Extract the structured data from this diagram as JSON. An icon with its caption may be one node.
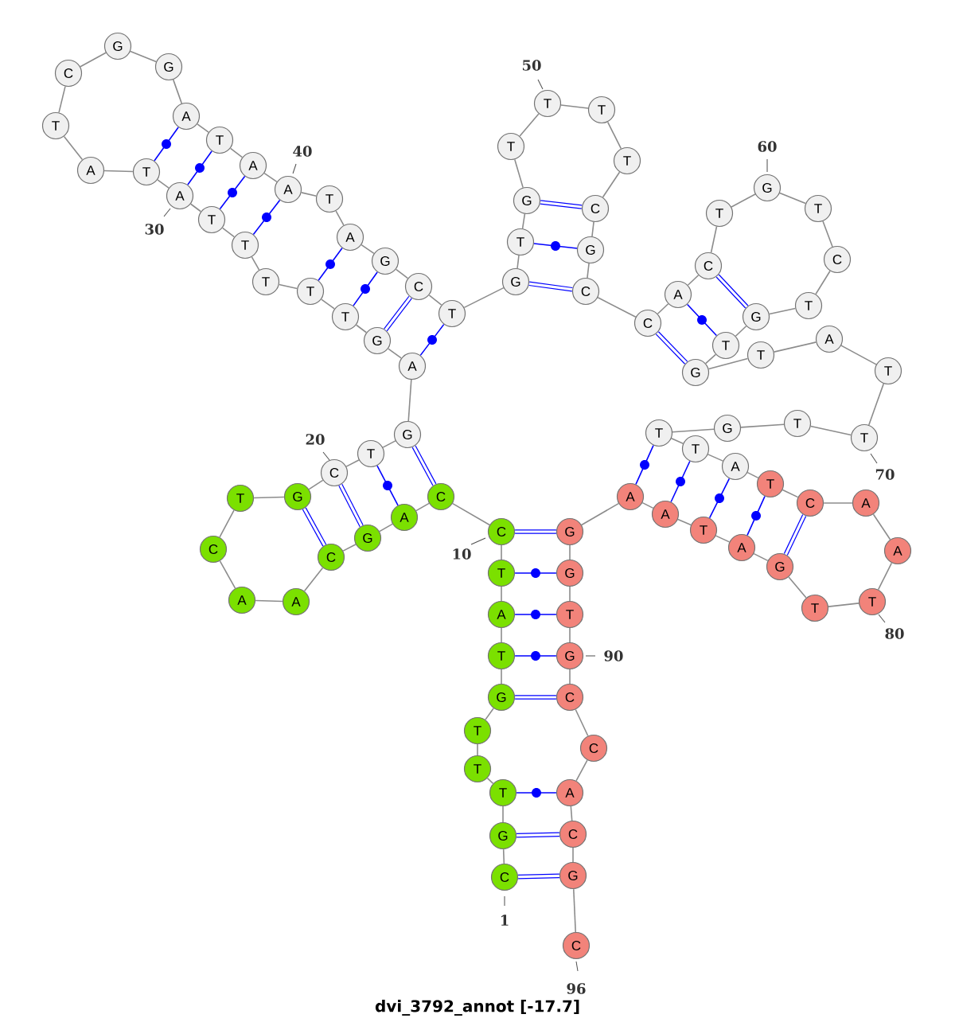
{
  "diagram": {
    "caption": "dvi_3792_annot [-17.7]",
    "nodes": [
      {
        "text": [
          "C"
        ],
        "beside": [
          "1"
        ]
      },
      {
        "text": [
          "G"
        ]
      },
      {
        "text": [
          "T"
        ]
      },
      {
        "text": [
          "T"
        ]
      },
      {
        "text": [
          "T"
        ]
      },
      {
        "text": [
          "G"
        ]
      },
      {
        "text": [
          "T"
        ]
      },
      {
        "text": [
          "A"
        ]
      },
      {
        "text": [
          "T"
        ]
      },
      {
        "text": [
          "C"
        ],
        "beside": [
          "10"
        ]
      },
      {
        "text": [
          "C"
        ]
      },
      {
        "text": [
          "A"
        ]
      },
      {
        "text": [
          "G"
        ]
      },
      {
        "text": [
          "C"
        ]
      },
      {
        "text": [
          "A"
        ]
      },
      {
        "text": [
          "A"
        ]
      },
      {
        "text": [
          "C"
        ]
      },
      {
        "text": [
          "T"
        ]
      },
      {
        "text": [
          "G"
        ]
      },
      {
        "text": [
          "C"
        ],
        "beside": [
          "20"
        ]
      },
      {
        "text": [
          "T"
        ]
      },
      {
        "text": [
          "G"
        ]
      },
      {
        "text": [
          "A"
        ]
      },
      {
        "text": [
          "G"
        ]
      },
      {
        "text": [
          "T"
        ]
      },
      {
        "text": [
          "T"
        ]
      },
      {
        "text": [
          "T"
        ]
      },
      {
        "text": [
          "T"
        ]
      },
      {
        "text": [
          "T"
        ]
      },
      {
        "text": [
          "A"
        ],
        "beside": [
          "30"
        ]
      },
      {
        "text": [
          "T"
        ]
      },
      {
        "text": [
          "A"
        ]
      },
      {
        "text": [
          "T"
        ]
      },
      {
        "text": [
          "C"
        ]
      },
      {
        "text": [
          "G"
        ]
      },
      {
        "text": [
          "G"
        ]
      },
      {
        "text": [
          "A"
        ]
      },
      {
        "text": [
          "T"
        ]
      },
      {
        "text": [
          "A"
        ]
      },
      {
        "text": [
          "A"
        ],
        "beside": [
          "40"
        ]
      },
      {
        "text": [
          "T"
        ]
      },
      {
        "text": [
          "A"
        ]
      },
      {
        "text": [
          "G"
        ]
      },
      {
        "text": [
          "C"
        ]
      },
      {
        "text": [
          "T"
        ]
      },
      {
        "text": [
          "G"
        ]
      },
      {
        "text": [
          "T"
        ]
      },
      {
        "text": [
          "G"
        ]
      },
      {
        "text": [
          "T"
        ]
      },
      {
        "text": [
          "T"
        ],
        "beside": [
          "50"
        ]
      },
      {
        "text": [
          "T"
        ]
      },
      {
        "text": [
          "T"
        ]
      },
      {
        "text": [
          "C"
        ]
      },
      {
        "text": [
          "G"
        ]
      },
      {
        "text": [
          "C"
        ]
      },
      {
        "text": [
          "C"
        ]
      },
      {
        "text": [
          "A"
        ]
      },
      {
        "text": [
          "C"
        ]
      },
      {
        "text": [
          "T"
        ]
      },
      {
        "text": [
          "G"
        ],
        "beside": [
          "60"
        ]
      },
      {
        "text": [
          "T"
        ]
      },
      {
        "text": [
          "C"
        ]
      },
      {
        "text": [
          "T"
        ]
      },
      {
        "text": [
          "G"
        ]
      },
      {
        "text": [
          "T"
        ]
      },
      {
        "text": [
          "G"
        ]
      },
      {
        "text": [
          "T"
        ]
      },
      {
        "text": [
          "A"
        ]
      },
      {
        "text": [
          "T"
        ]
      },
      {
        "text": [
          "T"
        ],
        "beside": [
          "70"
        ]
      },
      {
        "text": [
          "T"
        ]
      },
      {
        "text": [
          "G"
        ]
      },
      {
        "text": [
          "T"
        ]
      },
      {
        "text": [
          "T"
        ]
      },
      {
        "text": [
          "A"
        ]
      },
      {
        "text": [
          "T"
        ]
      },
      {
        "text": [
          "C"
        ]
      },
      {
        "text": [
          "A"
        ]
      },
      {
        "text": [
          "A"
        ]
      },
      {
        "text": [
          "T"
        ],
        "beside": [
          "80"
        ]
      },
      {
        "text": [
          "T"
        ]
      },
      {
        "text": [
          "G"
        ]
      },
      {
        "text": [
          "A"
        ]
      },
      {
        "text": [
          "T"
        ]
      },
      {
        "text": [
          "A"
        ]
      },
      {
        "text": [
          "A"
        ]
      },
      {
        "text": [
          "G"
        ]
      },
      {
        "text": [
          "G"
        ]
      },
      {
        "text": [
          "T"
        ]
      },
      {
        "text": [
          "G"
        ],
        "beside": [
          "90"
        ]
      },
      {
        "text": [
          "C"
        ]
      },
      {
        "text": [
          "C"
        ]
      },
      {
        "text": [
          "A"
        ]
      },
      {
        "text": [
          "C"
        ]
      },
      {
        "text": [
          "G"
        ]
      },
      {
        "text": [
          "C"
        ],
        "beside": [
          "96"
        ]
      }
    ],
    "edges": [
      {
        "from": 0,
        "to": 1,
        "arrow": "none"
      },
      {
        "from": 1,
        "to": 2,
        "arrow": "none"
      },
      {
        "from": 2,
        "to": 3,
        "arrow": "none"
      },
      {
        "from": 3,
        "to": 4,
        "arrow": "none"
      },
      {
        "from": 4,
        "to": 5,
        "arrow": "none"
      },
      {
        "from": 5,
        "to": 6,
        "arrow": "none"
      },
      {
        "from": 6,
        "to": 7,
        "arrow": "none"
      },
      {
        "from": 7,
        "to": 8,
        "arrow": "none"
      },
      {
        "from": 8,
        "to": 9,
        "arrow": "none"
      },
      {
        "from": 9,
        "to": 10,
        "arrow": "none"
      },
      {
        "from": 10,
        "to": 11,
        "arrow": "none"
      },
      {
        "from": 11,
        "to": 12,
        "arrow": "none"
      },
      {
        "from": 12,
        "to": 13,
        "arrow": "none"
      },
      {
        "from": 13,
        "to": 14,
        "arrow": "none"
      },
      {
        "from": 14,
        "to": 15,
        "arrow": "none"
      },
      {
        "from": 15,
        "to": 16,
        "arrow": "none"
      },
      {
        "from": 16,
        "to": 17,
        "arrow": "none"
      },
      {
        "from": 17,
        "to": 18,
        "arrow": "none"
      },
      {
        "from": 18,
        "to": 19,
        "arrow": "none"
      },
      {
        "from": 19,
        "to": 20,
        "arrow": "none"
      },
      {
        "from": 20,
        "to": 21,
        "arrow": "none"
      },
      {
        "from": 21,
        "to": 22,
        "arrow": "none"
      },
      {
        "from": 22,
        "to": 23,
        "arrow": "none"
      },
      {
        "from": 23,
        "to": 24,
        "arrow": "none"
      },
      {
        "from": 24,
        "to": 25,
        "arrow": "none"
      },
      {
        "from": 25,
        "to": 26,
        "arrow": "none"
      },
      {
        "from": 26,
        "to": 27,
        "arrow": "none"
      },
      {
        "from": 27,
        "to": 28,
        "arrow": "none"
      },
      {
        "from": 28,
        "to": 29,
        "arrow": "none"
      },
      {
        "from": 29,
        "to": 30,
        "arrow": "none"
      },
      {
        "from": 30,
        "to": 31,
        "arrow": "none"
      },
      {
        "from": 31,
        "to": 32,
        "arrow": "none"
      },
      {
        "from": 32,
        "to": 33,
        "arrow": "none"
      },
      {
        "from": 33,
        "to": 34,
        "arrow": "none"
      },
      {
        "from": 34,
        "to": 35,
        "arrow": "none"
      },
      {
        "from": 35,
        "to": 36,
        "arrow": "none"
      },
      {
        "from": 36,
        "to": 37,
        "arrow": "none"
      },
      {
        "from": 37,
        "to": 38,
        "arrow": "none"
      },
      {
        "from": 38,
        "to": 39,
        "arrow": "none"
      },
      {
        "from": 39,
        "to": 40,
        "arrow": "none"
      },
      {
        "from": 40,
        "to": 41,
        "arrow": "none"
      },
      {
        "from": 41,
        "to": 42,
        "arrow": "none"
      },
      {
        "from": 42,
        "to": 43,
        "arrow": "none"
      },
      {
        "from": 43,
        "to": 44,
        "arrow": "none"
      },
      {
        "from": 44,
        "to": 45,
        "arrow": "none"
      },
      {
        "from": 45,
        "to": 46,
        "arrow": "none"
      },
      {
        "from": 46,
        "to": 47,
        "arrow": "none"
      },
      {
        "from": 47,
        "to": 48,
        "arrow": "none"
      },
      {
        "from": 48,
        "to": 49,
        "arrow": "none"
      },
      {
        "from": 49,
        "to": 50,
        "arrow": "none"
      },
      {
        "from": 50,
        "to": 51,
        "arrow": "none"
      },
      {
        "from": 51,
        "to": 52,
        "arrow": "none"
      },
      {
        "from": 52,
        "to": 53,
        "arrow": "none"
      },
      {
        "from": 53,
        "to": 54,
        "arrow": "none"
      },
      {
        "from": 54,
        "to": 55,
        "arrow": "none"
      },
      {
        "from": 55,
        "to": 56,
        "arrow": "none"
      },
      {
        "from": 56,
        "to": 57,
        "arrow": "none"
      },
      {
        "from": 57,
        "to": 58,
        "arrow": "none"
      },
      {
        "from": 58,
        "to": 59,
        "arrow": "none"
      },
      {
        "from": 59,
        "to": 60,
        "arrow": "none"
      },
      {
        "from": 60,
        "to": 61,
        "arrow": "none"
      },
      {
        "from": 61,
        "to": 62,
        "arrow": "none"
      },
      {
        "from": 62,
        "to": 63,
        "arrow": "none"
      },
      {
        "from": 63,
        "to": 64,
        "arrow": "none"
      },
      {
        "from": 64,
        "to": 65,
        "arrow": "none"
      },
      {
        "from": 65,
        "to": 66,
        "arrow": "none"
      },
      {
        "from": 66,
        "to": 67,
        "arrow": "none"
      },
      {
        "from": 67,
        "to": 68,
        "arrow": "none"
      },
      {
        "from": 68,
        "to": 69,
        "arrow": "none"
      },
      {
        "from": 69,
        "to": 70,
        "arrow": "none"
      },
      {
        "from": 70,
        "to": 71,
        "arrow": "none"
      },
      {
        "from": 71,
        "to": 72,
        "arrow": "none"
      },
      {
        "from": 72,
        "to": 73,
        "arrow": "none"
      },
      {
        "from": 73,
        "to": 74,
        "arrow": "none"
      },
      {
        "from": 74,
        "to": 75,
        "arrow": "none"
      },
      {
        "from": 75,
        "to": 76,
        "arrow": "none"
      },
      {
        "from": 76,
        "to": 77,
        "arrow": "none"
      },
      {
        "from": 77,
        "to": 78,
        "arrow": "none"
      },
      {
        "from": 78,
        "to": 79,
        "arrow": "none"
      },
      {
        "from": 79,
        "to": 80,
        "arrow": "none"
      },
      {
        "from": 80,
        "to": 81,
        "arrow": "none"
      },
      {
        "from": 81,
        "to": 82,
        "arrow": "none"
      },
      {
        "from": 82,
        "to": 83,
        "arrow": "none"
      },
      {
        "from": 83,
        "to": 84,
        "arrow": "none"
      },
      {
        "from": 84,
        "to": 85,
        "arrow": "none"
      },
      {
        "from": 85,
        "to": 86,
        "arrow": "none"
      },
      {
        "from": 86,
        "to": 87,
        "arrow": "none"
      },
      {
        "from": 87,
        "to": 88,
        "arrow": "none"
      },
      {
        "from": 88,
        "to": 89,
        "arrow": "none"
      },
      {
        "from": 89,
        "to": 90,
        "arrow": "none"
      },
      {
        "from": 90,
        "to": 91,
        "arrow": "none"
      },
      {
        "from": 91,
        "to": 92,
        "arrow": "none"
      },
      {
        "from": 92,
        "to": 93,
        "arrow": "none"
      },
      {
        "from": 93,
        "to": 94,
        "arrow": "none"
      },
      {
        "from": 94,
        "to": 95,
        "arrow": "none"
      },
      {
        "from": 0,
        "to": 94,
        "arrow": "none",
        "color": "#0000ff",
        "style": "thick"
      },
      {
        "from": 1,
        "to": 93,
        "arrow": "none",
        "color": "#0000ff",
        "style": "thick"
      },
      {
        "from": 2,
        "to": 92,
        "arrow": "none",
        "color": "#0000ff"
      },
      {
        "from": 5,
        "to": 90,
        "arrow": "none",
        "color": "#0000ff",
        "style": "thick"
      },
      {
        "from": 6,
        "to": 89,
        "arrow": "none",
        "color": "#0000ff"
      },
      {
        "from": 7,
        "to": 88,
        "arrow": "none",
        "color": "#0000ff"
      },
      {
        "from": 8,
        "to": 87,
        "arrow": "none",
        "color": "#0000ff"
      },
      {
        "from": 9,
        "to": 86,
        "arrow": "none",
        "color": "#0000ff",
        "style": "thick"
      },
      {
        "from": 10,
        "to": 21,
        "arrow": "none",
        "color": "#0000ff",
        "style": "thick"
      },
      {
        "from": 11,
        "to": 20,
        "arrow": "none",
        "color": "#0000ff"
      },
      {
        "from": 12,
        "to": 19,
        "arrow": "none",
        "color": "#0000ff",
        "style": "thick"
      },
      {
        "from": 13,
        "to": 18,
        "arrow": "none",
        "color": "#0000ff",
        "style": "thick"
      },
      {
        "from": 22,
        "to": 44,
        "arrow": "none",
        "color": "#0000ff"
      },
      {
        "from": 23,
        "to": 43,
        "arrow": "none",
        "color": "#0000ff",
        "style": "thick"
      },
      {
        "from": 24,
        "to": 42,
        "arrow": "none",
        "color": "#0000ff"
      },
      {
        "from": 25,
        "to": 41,
        "arrow": "none",
        "color": "#0000ff"
      },
      {
        "from": 27,
        "to": 39,
        "arrow": "none",
        "color": "#0000ff"
      },
      {
        "from": 28,
        "to": 38,
        "arrow": "none",
        "color": "#0000ff"
      },
      {
        "from": 29,
        "to": 37,
        "arrow": "none",
        "color": "#0000ff"
      },
      {
        "from": 30,
        "to": 36,
        "arrow": "none",
        "color": "#0000ff"
      },
      {
        "from": 45,
        "to": 54,
        "arrow": "none",
        "color": "#0000ff",
        "style": "thick"
      },
      {
        "from": 46,
        "to": 53,
        "arrow": "none",
        "color": "#0000ff"
      },
      {
        "from": 47,
        "to": 52,
        "arrow": "none",
        "color": "#0000ff",
        "style": "thick"
      },
      {
        "from": 55,
        "to": 65,
        "arrow": "none",
        "color": "#0000ff",
        "style": "thick"
      },
      {
        "from": 56,
        "to": 64,
        "arrow": "none",
        "color": "#0000ff"
      },
      {
        "from": 57,
        "to": 63,
        "arrow": "none",
        "color": "#0000ff",
        "style": "thick"
      },
      {
        "from": 72,
        "to": 85,
        "arrow": "none",
        "color": "#0000ff"
      },
      {
        "from": 73,
        "to": 84,
        "arrow": "none",
        "color": "#0000ff"
      },
      {
        "from": 74,
        "to": 83,
        "arrow": "none",
        "color": "#0000ff"
      },
      {
        "from": 75,
        "to": 82,
        "arrow": "none",
        "color": "#0000ff"
      },
      {
        "from": 76,
        "to": 81,
        "arrow": "none",
        "color": "#0000ff",
        "style": "thick"
      }
    ]
  }
}
